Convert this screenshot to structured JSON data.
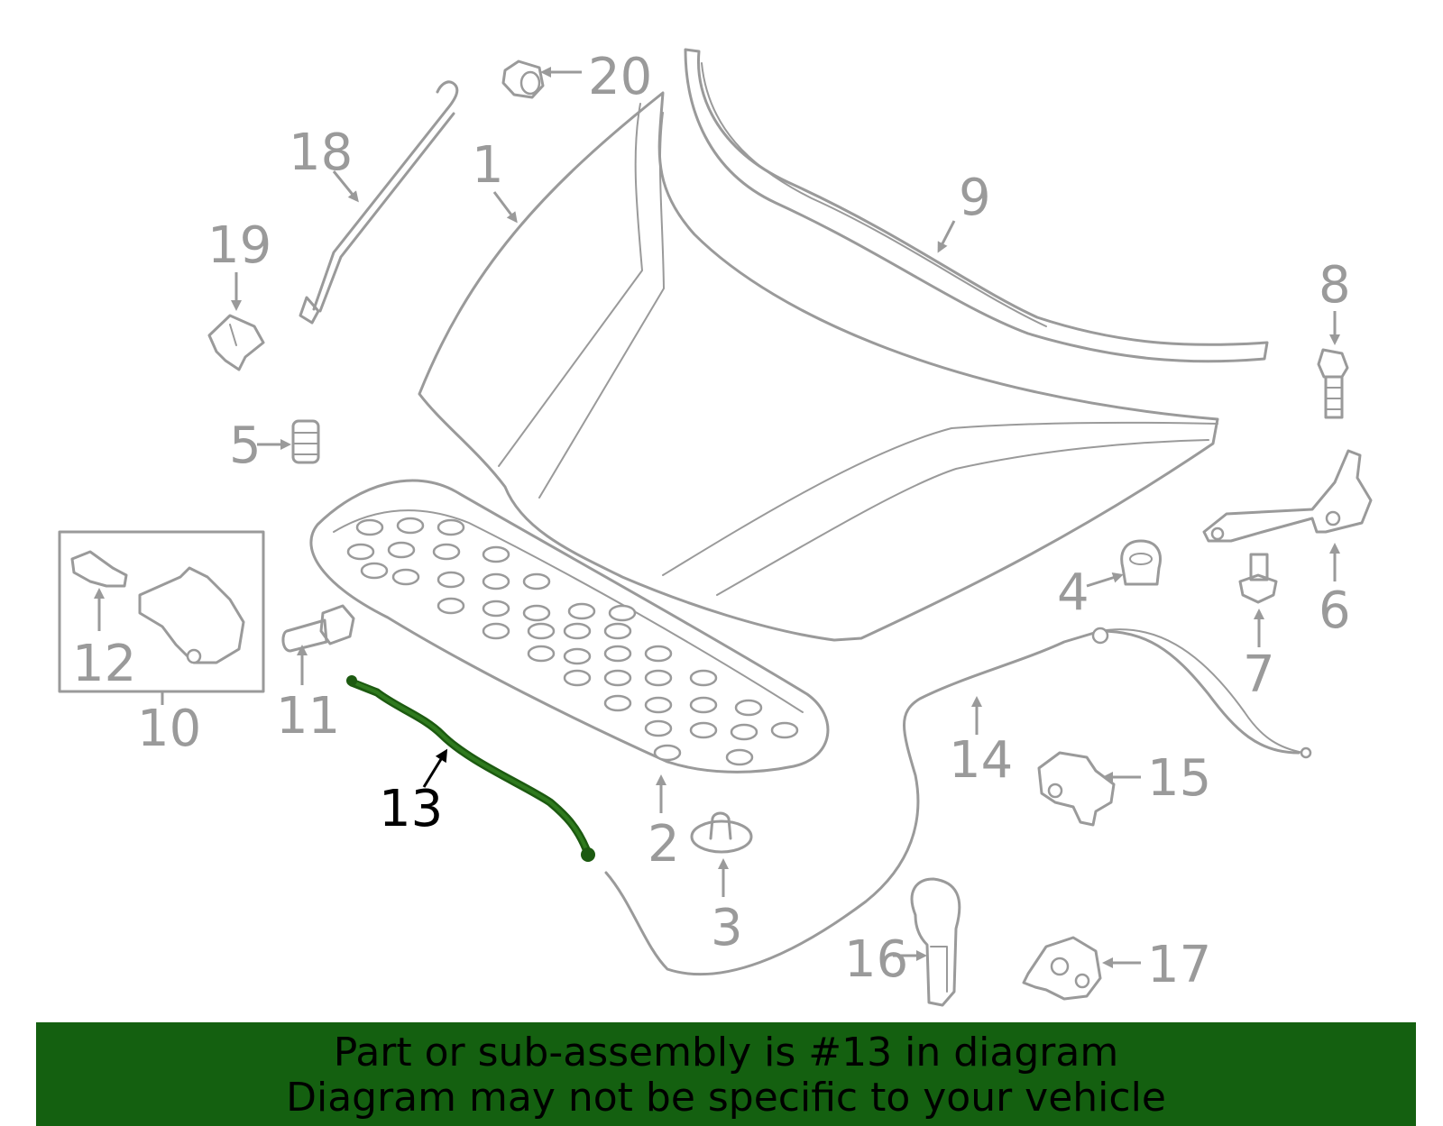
{
  "labels": {
    "p1": "1",
    "p2": "2",
    "p3": "3",
    "p4": "4",
    "p5": "5",
    "p6": "6",
    "p7": "7",
    "p8": "8",
    "p9": "9",
    "p10": "10",
    "p11": "11",
    "p12": "12",
    "p13": "13",
    "p14": "14",
    "p15": "15",
    "p16": "16",
    "p17": "17",
    "p18": "18",
    "p19": "19",
    "p20": "20"
  },
  "highlight": {
    "part": "13",
    "color": "#146010"
  },
  "banner": {
    "line1": "Part or sub-assembly is #13 in diagram",
    "line2": "Diagram may not be specific to your vehicle"
  }
}
